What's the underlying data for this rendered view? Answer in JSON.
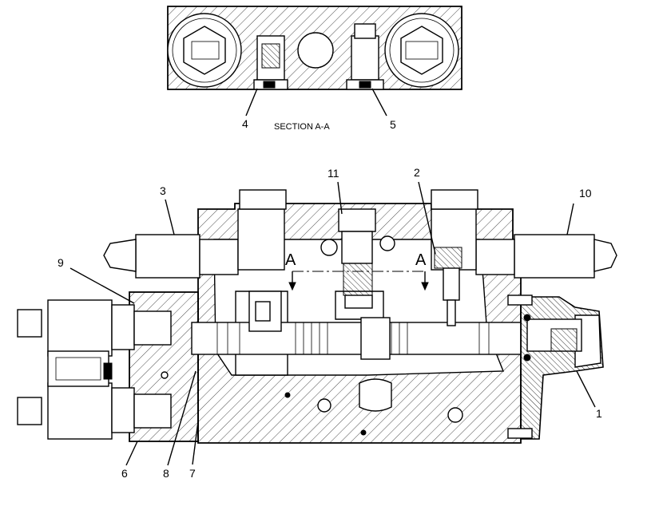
{
  "section_view": {
    "title": "SECTION A-A",
    "callouts": [
      "4",
      "5"
    ]
  },
  "main_view": {
    "section_marks": [
      "A",
      "A"
    ],
    "callouts": {
      "c1": "1",
      "c2": "2",
      "c3": "3",
      "c6": "6",
      "c7": "7",
      "c8": "8",
      "c9": "9",
      "c10": "10",
      "c11": "11"
    }
  }
}
